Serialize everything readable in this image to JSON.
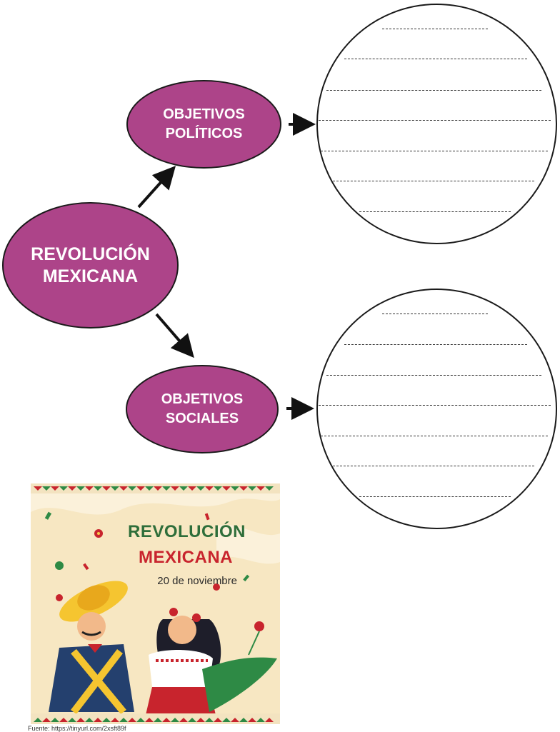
{
  "nodes": {
    "main": "REVOLUCIÓN\nMEXICANA",
    "politicos": "OBJETIVOS\nPOLÍTICOS",
    "sociales": "OBJETIVOS\nSOCIALES"
  },
  "poster": {
    "title_line1": "REVOLUCIÓN",
    "title_line2": "MEXICANA",
    "date": "20 de noviembre"
  },
  "source": "Fuente: https://tinyurl.com/2xsft89f",
  "colors": {
    "node_fill": "#ad4489",
    "poster_bg": "#f7e7c2",
    "title_green": "#2e6e3a",
    "title_red": "#c8242d"
  },
  "icons": [
    "arrow-right-icon",
    "arrow-diagonal-icon",
    "flower-icon",
    "sombrero-icon"
  ]
}
